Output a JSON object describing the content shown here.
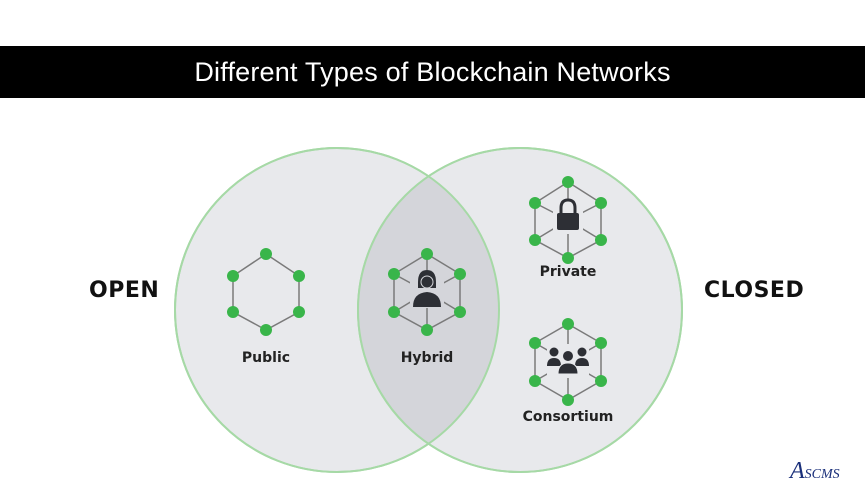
{
  "title": "Different Types of Blockchain Networks",
  "left_label": "OPEN",
  "right_label": "CLOSED",
  "networks": {
    "public": "Public",
    "hybrid": "Hybrid",
    "private": "Private",
    "consortium": "Consortium"
  },
  "logo_text": {
    "initial": "A",
    "rest": "SCMS"
  },
  "colors": {
    "node": "#39b54a",
    "edge": "#7a7a7a",
    "circle_fill": "#e8e9ec",
    "circle_stroke": "#a6d9a6",
    "overlap_fill": "#d4d5da",
    "icon": "#2d2f35"
  },
  "icons": [
    "person-icon",
    "lock-icon",
    "group-icon"
  ]
}
